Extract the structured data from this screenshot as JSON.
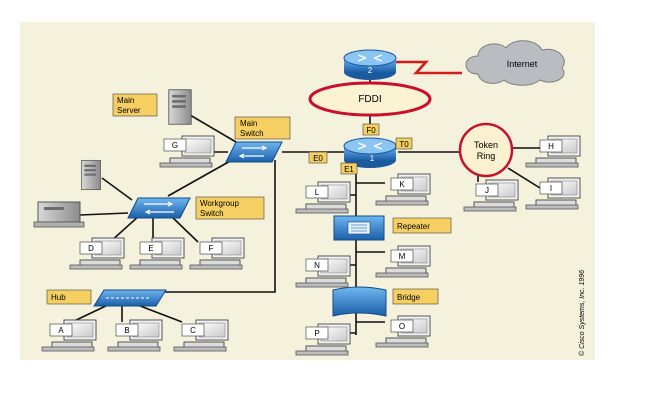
{
  "colors": {
    "panel_bg": "#f4f1dc",
    "label_bg": "#f5cf62",
    "device_blue": "#1c6fc4",
    "router_blue": "#1f6ab8",
    "fddi_ring": "#c8102e",
    "fddi_fill": "#fbf3d2",
    "token_ring_fill": "#fbf0cf",
    "wan_link": "#d41a1a",
    "cloud": "#b9bcc0"
  },
  "labels": {
    "internet": "Internet",
    "fddi": "FDDI",
    "router2_number": "2",
    "router1_number": "1",
    "port_f0": "F0",
    "port_t0": "T0",
    "port_e0": "E0",
    "port_e1": "E1",
    "token_ring_line1": "Token",
    "token_ring_line2": "Ring",
    "main_server_line1": "Main",
    "main_server_line2": "Server",
    "main_switch_line1": "Main",
    "main_switch_line2": "Switch",
    "workgroup_switch_line1": "Workgroup",
    "workgroup_switch_line2": "Switch",
    "hub": "Hub",
    "repeater": "Repeater",
    "bridge": "Bridge",
    "copyright": "© Cisco Systems, Inc. 1996"
  },
  "stations": {
    "A": "A",
    "B": "B",
    "C": "C",
    "D": "D",
    "E": "E",
    "F": "F",
    "G": "G",
    "H": "H",
    "I": "I",
    "J": "J",
    "K": "K",
    "L": "L",
    "M": "M",
    "N": "N",
    "O": "O",
    "P": "P"
  }
}
